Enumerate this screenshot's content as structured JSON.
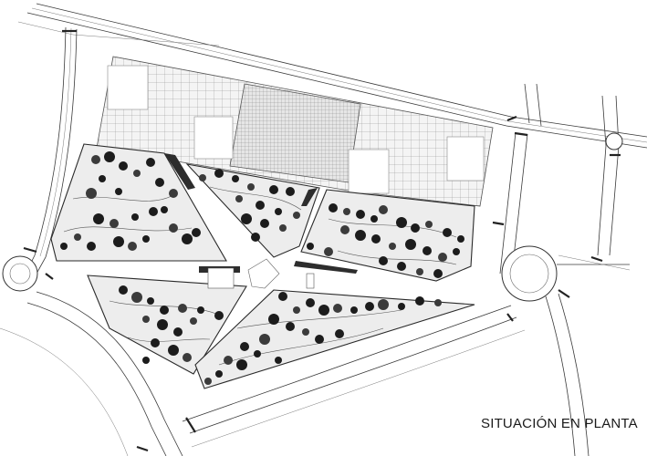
{
  "caption": "SITUACIÓN EN PLANTA",
  "colors": {
    "ink": "#1c1c1c",
    "parcel_fill": "#ededed",
    "background": "#ffffff"
  },
  "elements": {
    "roads": "road-network",
    "building": "gridded-building-block",
    "parks": "tree-planted-parcels",
    "roundabouts": "roundabout-icon"
  }
}
